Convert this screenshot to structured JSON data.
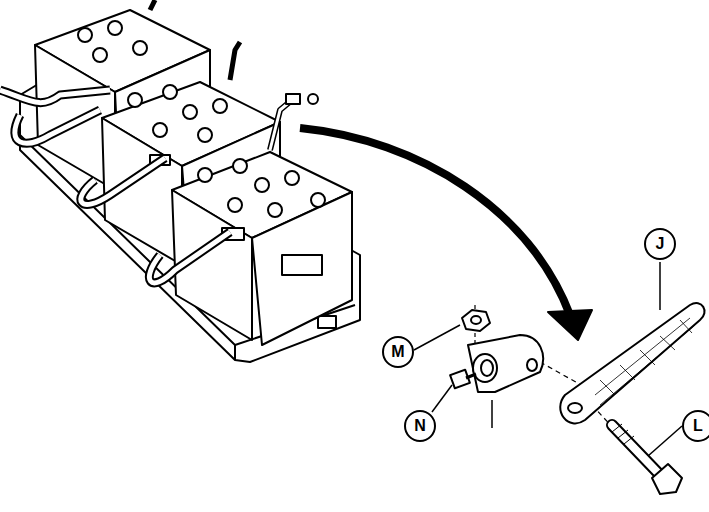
{
  "diagram": {
    "labels": [
      "M",
      "N",
      "J",
      "L"
    ]
  }
}
